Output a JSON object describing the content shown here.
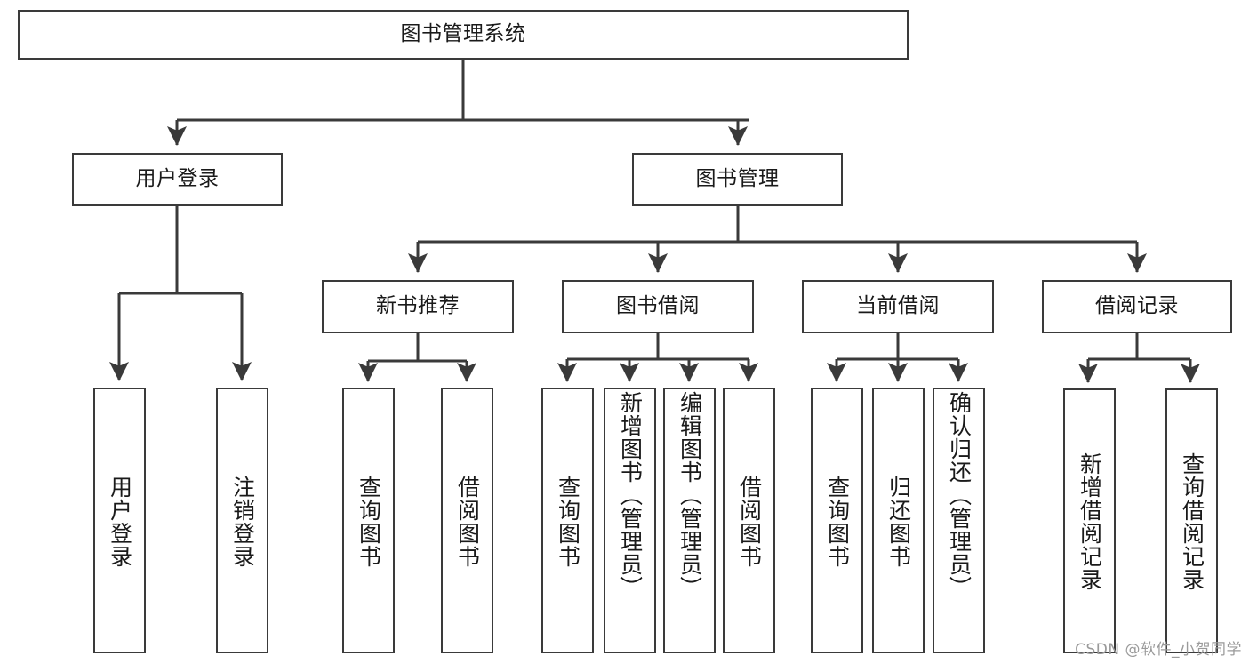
{
  "diagram": {
    "type": "tree",
    "title": "图书管理系统",
    "watermark": "CSDN @软件_小贺同学",
    "colors": {
      "stroke": "#3a3a3a",
      "box_fill": "#ffffff",
      "text": "#1a1a1a",
      "watermark": "#9a9a9a",
      "background": "#ffffff"
    },
    "levels": {
      "root": {
        "label": "图书管理系统"
      },
      "level2": [
        {
          "label": "用户登录"
        },
        {
          "label": "图书管理"
        }
      ],
      "level3": [
        {
          "label": "新书推荐"
        },
        {
          "label": "图书借阅"
        },
        {
          "label": "当前借阅"
        },
        {
          "label": "借阅记录"
        }
      ],
      "leaves": [
        {
          "label": "用户登录",
          "parent": "用户登录"
        },
        {
          "label": "注销登录",
          "parent": "用户登录"
        },
        {
          "label": "查询图书",
          "parent": "新书推荐"
        },
        {
          "label": "借阅图书",
          "parent": "新书推荐"
        },
        {
          "label": "查询图书",
          "parent": "图书借阅"
        },
        {
          "label": "新增图书（管理员）",
          "parent": "图书借阅"
        },
        {
          "label": "编辑图书（管理员）",
          "parent": "图书借阅"
        },
        {
          "label": "借阅图书",
          "parent": "图书借阅"
        },
        {
          "label": "查询图书",
          "parent": "当前借阅"
        },
        {
          "label": "归还图书",
          "parent": "当前借阅"
        },
        {
          "label": "确认归还（管理员）",
          "parent": "当前借阅"
        },
        {
          "label": "新增借阅记录",
          "parent": "借阅记录"
        },
        {
          "label": "查询借阅记录",
          "parent": "借阅记录"
        }
      ]
    }
  }
}
